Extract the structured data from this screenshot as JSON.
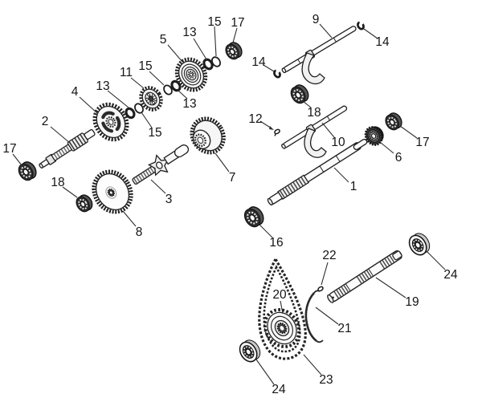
{
  "figure": {
    "kind": "exploded-parts-diagram",
    "background_color": "#ffffff",
    "line_color": "#1f1f1f",
    "callouts": [
      {
        "label": "2"
      },
      {
        "label": "4"
      },
      {
        "label": "13"
      },
      {
        "label": "11"
      },
      {
        "label": "15"
      },
      {
        "label": "5"
      },
      {
        "label": "13"
      },
      {
        "label": "15"
      },
      {
        "label": "17"
      },
      {
        "label": "13"
      },
      {
        "label": "15"
      },
      {
        "label": "17"
      },
      {
        "label": "18"
      },
      {
        "label": "3"
      },
      {
        "label": "7"
      },
      {
        "label": "8"
      },
      {
        "label": "9"
      },
      {
        "label": "14"
      },
      {
        "label": "14"
      },
      {
        "label": "18"
      },
      {
        "label": "12"
      },
      {
        "label": "10"
      },
      {
        "label": "17"
      },
      {
        "label": "6"
      },
      {
        "label": "1"
      },
      {
        "label": "16"
      },
      {
        "label": "22"
      },
      {
        "label": "24"
      },
      {
        "label": "19"
      },
      {
        "label": "20"
      },
      {
        "label": "21"
      },
      {
        "label": "23"
      },
      {
        "label": "24"
      }
    ]
  }
}
